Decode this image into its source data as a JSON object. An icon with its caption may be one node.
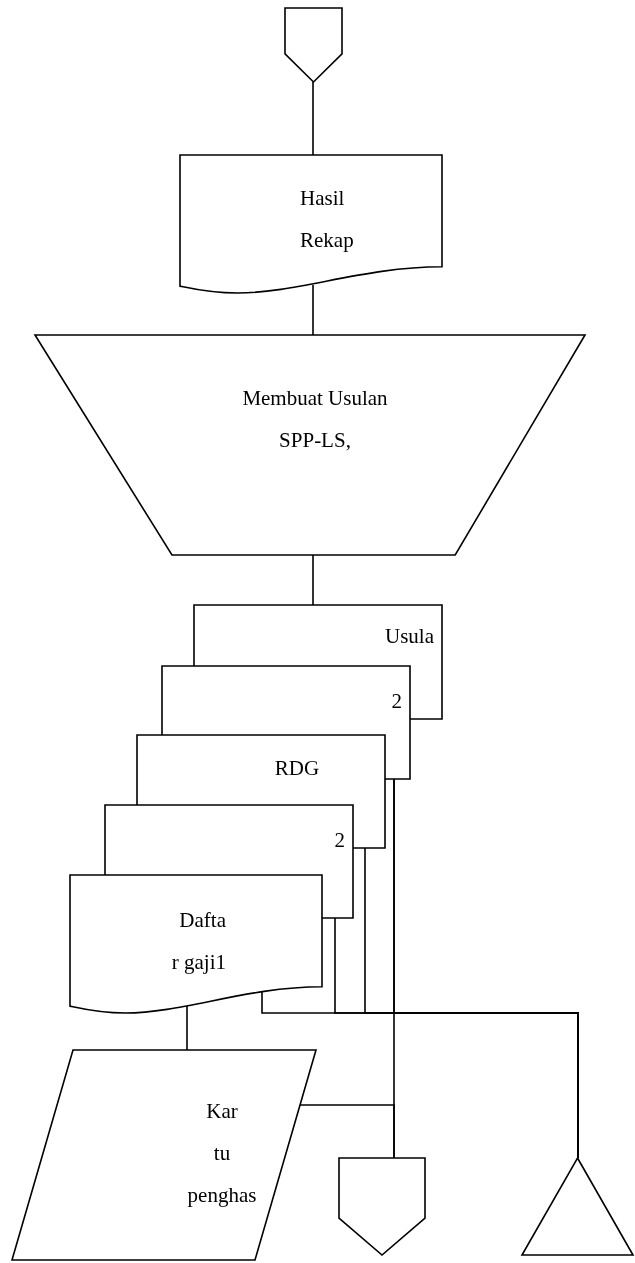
{
  "diagram": {
    "nodes": [
      {
        "text": [],
        "shape": "pentagon"
      },
      {
        "text": [
          "Hasil Rekap"
        ]
      },
      {
        "text": [
          "Membuat Usulan SPP-LS,"
        ]
      },
      {
        "text": [
          "Usula"
        ]
      },
      {
        "text": [
          "2"
        ]
      },
      {
        "text": [
          "RDG"
        ]
      },
      {
        "text": [
          "2"
        ]
      },
      {
        "text": [
          "Dafta r gaji1"
        ]
      },
      {
        "text": [
          "Kar tu penghas"
        ]
      },
      {
        "text": [],
        "shape": "pentagon"
      },
      {
        "text": [],
        "shape": "triangle"
      }
    ],
    "edges": [
      {
        "from": 0,
        "to": 1,
        "arrow": "none"
      },
      {
        "from": 1,
        "to": 2,
        "arrow": "none"
      },
      {
        "from": 2,
        "to": 3,
        "arrow": "none"
      },
      {
        "from": 7,
        "to": 8,
        "arrow": "none"
      },
      {
        "from": 4,
        "to": 9,
        "arrow": "none"
      },
      {
        "from": 4,
        "to": 10,
        "arrow": "none"
      },
      {
        "from": 5,
        "to": 10,
        "arrow": "none"
      },
      {
        "from": 6,
        "to": 10,
        "arrow": "none"
      },
      {
        "from": 7,
        "to": 10,
        "arrow": "none"
      },
      {
        "from": 8,
        "to": 9,
        "arrow": "none"
      }
    ]
  }
}
